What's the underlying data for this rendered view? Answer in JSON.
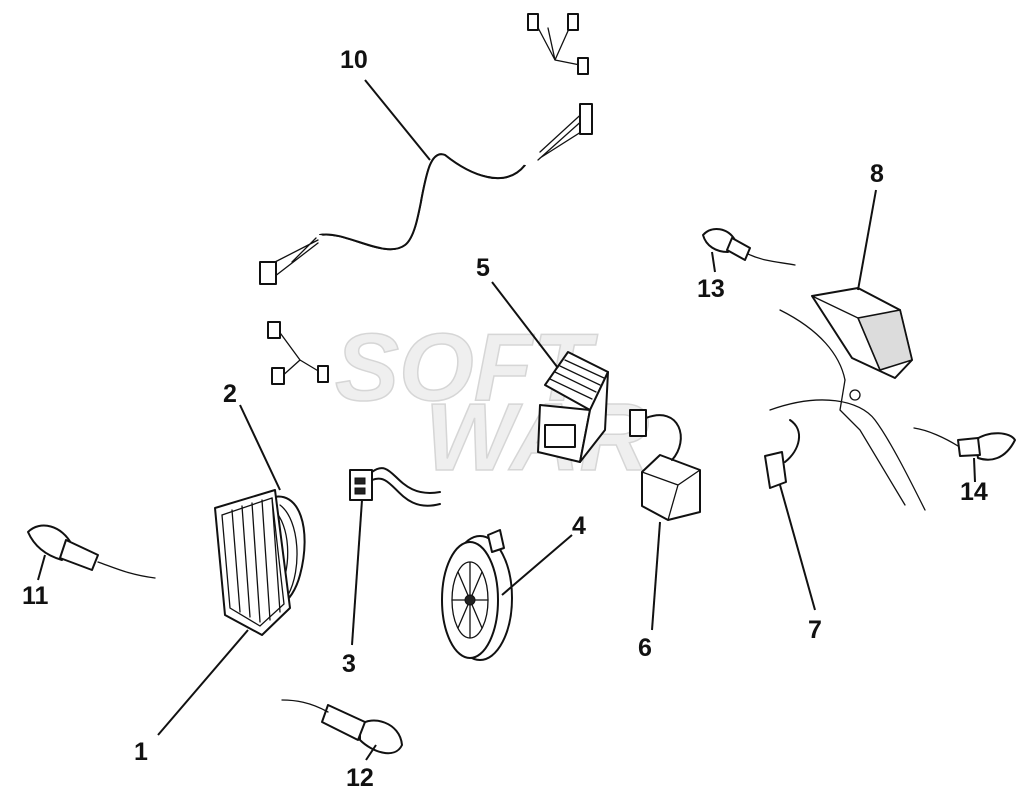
{
  "watermark": {
    "line1": "SOFT",
    "line2": "WAR"
  },
  "callouts": [
    "1",
    "2",
    "3",
    "4",
    "5",
    "6",
    "7",
    "8",
    "10",
    "11",
    "12",
    "13",
    "14"
  ]
}
